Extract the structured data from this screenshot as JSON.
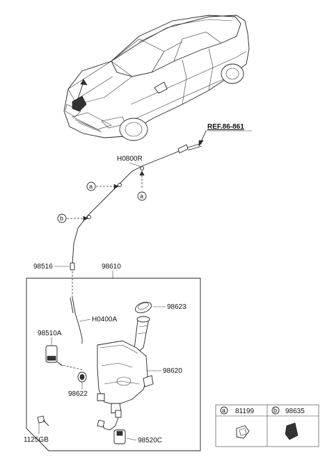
{
  "labels": {
    "ref": "REF.86-861",
    "hose_upper": "H0800R",
    "grommet": "98516",
    "reservoir_assy": "98610",
    "cap": "98623",
    "hose_lower": "H0400A",
    "pump": "98510A",
    "reservoir": "98620",
    "seal": "98622",
    "sensor": "98520C",
    "bolt": "1125GB"
  },
  "callouts": {
    "a": "a",
    "b": "b"
  },
  "legend": {
    "a_letter": "a",
    "a_part": "81199",
    "b_letter": "b",
    "b_part": "98635"
  }
}
